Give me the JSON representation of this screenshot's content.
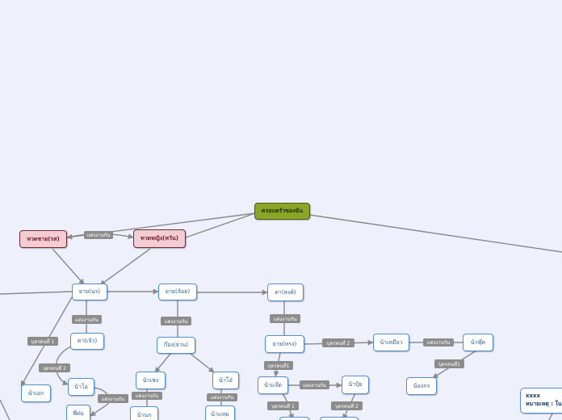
{
  "root": {
    "label": "ครอบครัวของฉัน"
  },
  "nodes": {
    "twin_boy": "ทวดชาย(รส)",
    "twin_girl": "ทวดหญิง(หวัน)",
    "yai_noi": "ยาย(นร)",
    "yai_loi": "ยาย(ล้อย)",
    "ta_song": "ตา(สงค์)",
    "ta_jiw": "ตา(เจิว)",
    "kong_chan": "ก๊อง(จ่าน)",
    "yai_song": "ยาย(ทรง)",
    "na_muay": "น้าเหมียว",
    "na_puk": "น้าพุ๊ค",
    "na_ek": "น้าเอก",
    "na_oa": "น้าโอ",
    "na_chong": "น้าเช่ง",
    "na_oi": "น้าโอ๋",
    "na_jid": "น้าแจ๊ด",
    "na_pui": "น้าปุ้ย",
    "nong_korn": "น้องกร",
    "pee_fon": "พี่ฝน",
    "na_nok": "น้านก",
    "na_mem": "น้าแหม",
    "note_title": "xxxx",
    "note_text": "หมายเหตุ : ใน"
  },
  "edge_labels": {
    "married": "แต่งงานกัน",
    "child_1": "บุตรคนที่ 1",
    "child_1b": "บุตรคนที่1",
    "child_2": "บุตรคนที่ 2"
  },
  "colors": {
    "canvas": "#eef1fb",
    "root_fill": "#8aa626",
    "twin_fill": "#f3ccd4",
    "node_border": "#4f8fd4",
    "edge": "#8a8a8a",
    "label_fill": "#8c8c8c"
  }
}
